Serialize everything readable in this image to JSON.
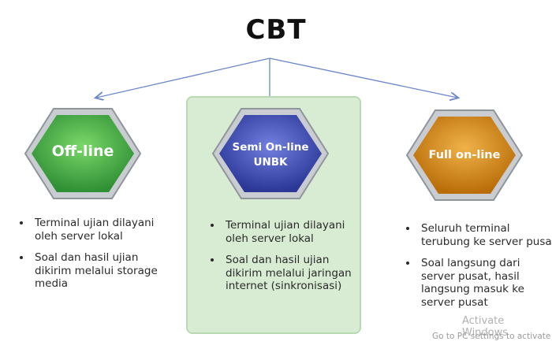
{
  "title": "CBT",
  "columns": [
    {
      "label_lines": [
        "Off-line"
      ],
      "bullets": [
        "Terminal ujian dilayani oleh server lokal",
        "Soal dan hasil ujian dikirim melalui storage media"
      ]
    },
    {
      "label_lines": [
        "Semi On-line",
        "UNBK"
      ],
      "bullets": [
        "Terminal ujian dilayani oleh server lokal",
        "Soal dan hasil ujian dikirim melalui jaringan internet (sinkronisasi)"
      ]
    },
    {
      "label_lines": [
        "Full on-line"
      ],
      "bullets": [
        "Seluruh terminal terubung ke server pusat",
        "Soal langsung dari server pusat, hasil langsung masuk ke server pusat"
      ]
    }
  ],
  "watermark": {
    "line1": "Activate Windows",
    "line2": "Go to PC settings to activate"
  },
  "colors": {
    "offline": "#3aa53c",
    "semionline": "#3f4fb8",
    "fullonline": "#d58a12",
    "highlight_panel": "#d7ecd3",
    "hex_border": "#9aa0a6"
  }
}
